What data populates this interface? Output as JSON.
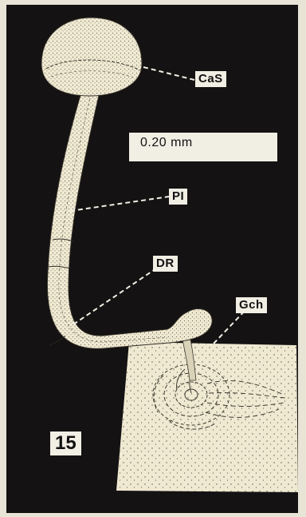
{
  "figure": {
    "number": "15",
    "scale_bar": {
      "text": "0.20 mm"
    },
    "labels": {
      "cas": "CaS",
      "pi": "PI",
      "dr": "DR",
      "gch": "Gch"
    },
    "colors": {
      "background": "#141212",
      "specimen": "#efe9d2",
      "label_box": "#f1eee4",
      "ink": "#111111"
    }
  }
}
